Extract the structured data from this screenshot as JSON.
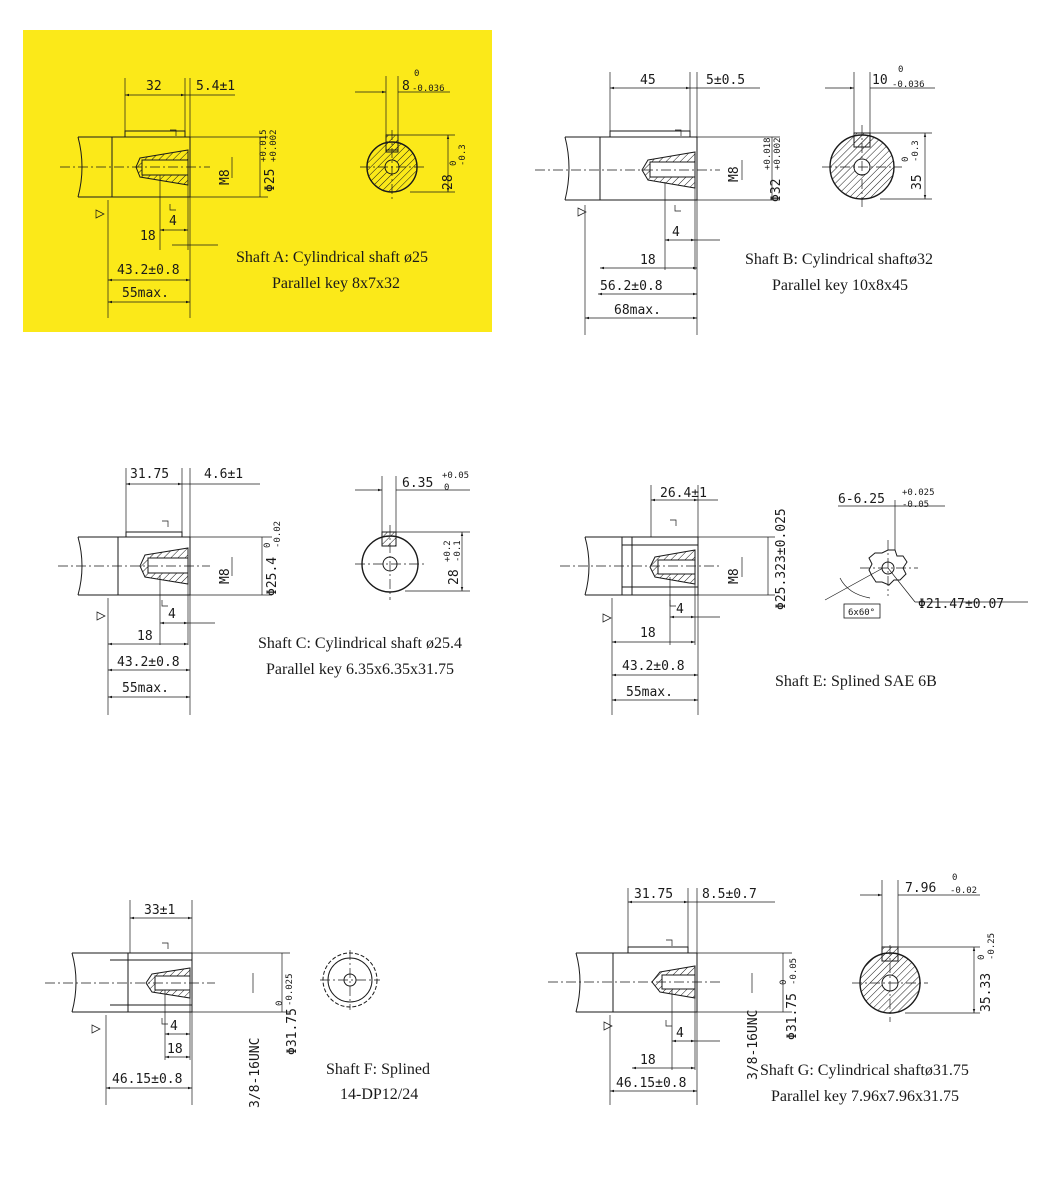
{
  "colors": {
    "highlight": "#fbe919",
    "ink": "#1a1a1a",
    "background": "#ffffff"
  },
  "shafts": [
    {
      "id": "A",
      "caption1": "Shaft A: Cylindrical shaft ø25",
      "caption2": "Parallel key 8x7x32",
      "dims": {
        "top1": "32",
        "top2": "5.4±1",
        "dia": "Φ25",
        "tol_up": "+0.015",
        "tol_low": "+0.002",
        "thread": "M8",
        "d4": "4",
        "d18": "18",
        "len1": "43.2±0.8",
        "len2": "55max.",
        "key_w": "8",
        "key_w_up": "0",
        "key_w_low": "-0.036",
        "key_h": "28",
        "key_h_up": "0",
        "key_h_low": "-0.3"
      }
    },
    {
      "id": "B",
      "caption1": "Shaft B: Cylindrical shaftø32",
      "caption2": "Parallel key 10x8x45",
      "dims": {
        "top1": "45",
        "top2": "5±0.5",
        "dia": "Φ32",
        "tol_up": "+0.018",
        "tol_low": "+0.002",
        "thread": "M8",
        "d4": "4",
        "d18": "18",
        "len1": "56.2±0.8",
        "len2": "68max.",
        "key_w": "10",
        "key_w_up": "0",
        "key_w_low": "-0.036",
        "key_h": "35",
        "key_h_up": "0",
        "key_h_low": "-0.3"
      }
    },
    {
      "id": "C",
      "caption1": "Shaft C: Cylindrical shaft ø25.4",
      "caption2": "Parallel key 6.35x6.35x31.75",
      "dims": {
        "top1": "31.75",
        "top2": "4.6±1",
        "dia": "Φ25.4",
        "tol_up": "0",
        "tol_low": "-0.02",
        "thread": "M8",
        "d4": "4",
        "d18": "18",
        "len1": "43.2±0.8",
        "len2": "55max.",
        "key_w": "6.35",
        "key_w_up": "+0.05",
        "key_w_low": "0",
        "key_h": "28",
        "key_h_up": "+0.2",
        "key_h_low": "-0.1"
      }
    },
    {
      "id": "E",
      "caption1": "Shaft E: Splined SAE 6B",
      "dims": {
        "top1": "26.4±1",
        "dia": "Φ25.323±0.025",
        "thread": "M8",
        "d4": "4",
        "d18": "18",
        "len1": "43.2±0.8",
        "len2": "55max.",
        "spline": "6-6.25",
        "spline_up": "+0.025",
        "spline_low": "-0.05",
        "minor": "Φ21.47±0.07",
        "count": "6x60°"
      }
    },
    {
      "id": "F",
      "caption1": "Shaft F: Splined",
      "caption2": "14-DP12/24",
      "dims": {
        "top1": "33±1",
        "dia": "Φ31.75",
        "tol_up": "0",
        "tol_low": "-0.025",
        "thread": "3/8-16UNC",
        "d4": "4",
        "d18": "18",
        "len1": "46.15±0.8"
      }
    },
    {
      "id": "G",
      "caption1": "Shaft G: Cylindrical shaftø31.75",
      "caption2": "Parallel key 7.96x7.96x31.75",
      "dims": {
        "top1": "31.75",
        "top2": "8.5±0.7",
        "dia": "Φ31.75",
        "tol_up": "0",
        "tol_low": "-0.05",
        "thread": "3/8-16UNC",
        "d4": "4",
        "d18": "18",
        "len1": "46.15±0.8",
        "key_w": "7.96",
        "key_w_up": "0",
        "key_w_low": "-0.02",
        "key_h": "35.33",
        "key_h_up": "0",
        "key_h_low": "-0.25"
      }
    }
  ]
}
